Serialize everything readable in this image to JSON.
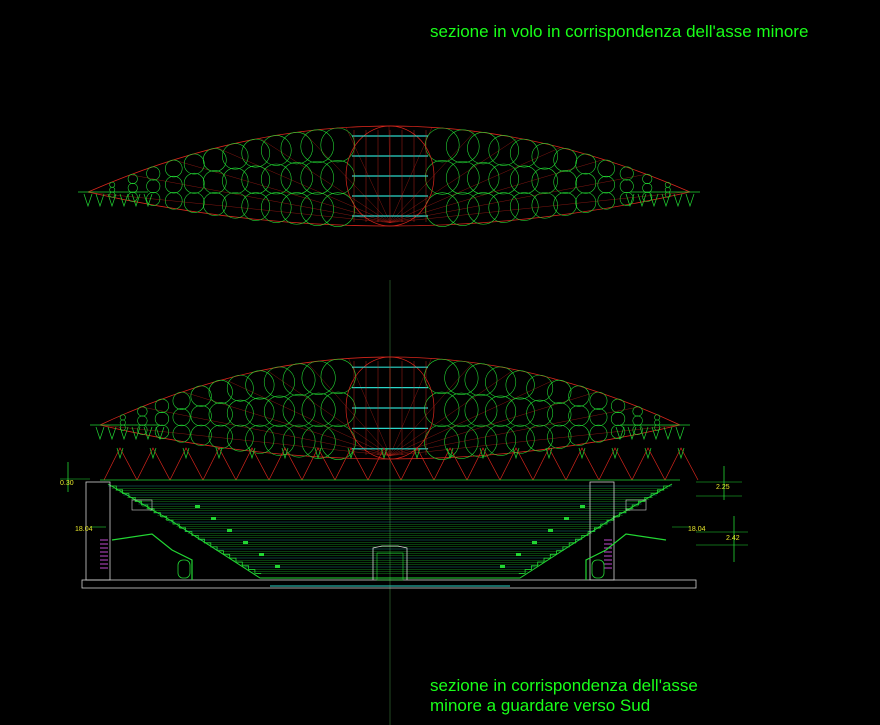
{
  "captions": {
    "top": "sezione in volo in corrispondenza dell'asse minore",
    "bottom_line1": "sezione in corrispondenza dell'asse",
    "bottom_line2": "minore a guardare verso Sud"
  },
  "dimensions": {
    "left_top": "0.30",
    "left_side": "18.04",
    "right_side": "18.04",
    "right_top": "2.25",
    "right_bottom": "2.42"
  },
  "colors": {
    "background": "#000000",
    "caption": "#19ff19",
    "structure_green": "#22d633",
    "structure_red": "#d8261c",
    "accent_cyan": "#2ad6c8",
    "dimension_yellow": "#e6e62a",
    "magenta": "#c04ad0",
    "outline_white": "#d0d0d0"
  }
}
